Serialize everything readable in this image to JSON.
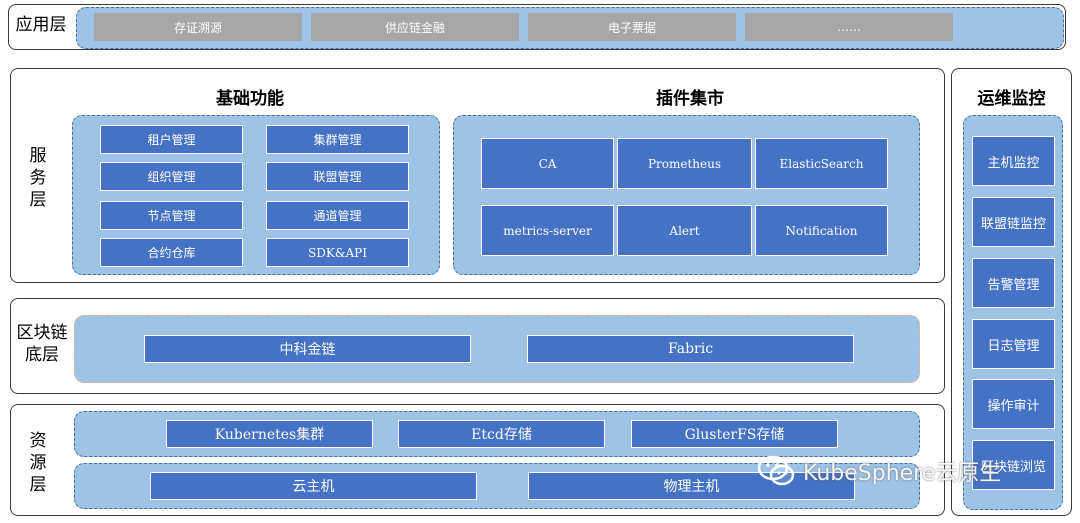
{
  "app_layer": {
    "label": "应用层",
    "items": [
      "存证溯源",
      "供应链金融",
      "电子票据",
      "……"
    ]
  },
  "service_layer": {
    "label": "服务层",
    "basic": {
      "title": "基础功能",
      "items": [
        "租户管理",
        "集群管理",
        "组织管理",
        "联盟管理",
        "节点管理",
        "通道管理",
        "合约仓库",
        "SDK&API"
      ]
    },
    "plugins": {
      "title": "插件集市",
      "items": [
        "CA",
        "Prometheus",
        "ElasticSearch",
        "metrics-server",
        "Alert",
        "Notification"
      ]
    }
  },
  "chain_layer": {
    "label": "区块链\n底层",
    "items": [
      "中科金链",
      "Fabric"
    ]
  },
  "resource_layer": {
    "label": "资\n源\n层",
    "row1": [
      "Kubernetes集群",
      "Etcd存储",
      "GlusterFS存储"
    ],
    "row2": [
      "云主机",
      "物理主机"
    ]
  },
  "ops": {
    "title": "运维监控",
    "items": [
      "主机监控",
      "联盟链监控",
      "告警管理",
      "日志管理",
      "操作审计",
      "区块链浏览"
    ]
  },
  "watermark": {
    "text": "KubeSphere云原生",
    "icon": "wechat-icon"
  },
  "colors": {
    "panel": "#9dc3e6",
    "button": "#4472c4",
    "grey_button": "#a6a6a6",
    "dash_orange": "#f4b183"
  }
}
